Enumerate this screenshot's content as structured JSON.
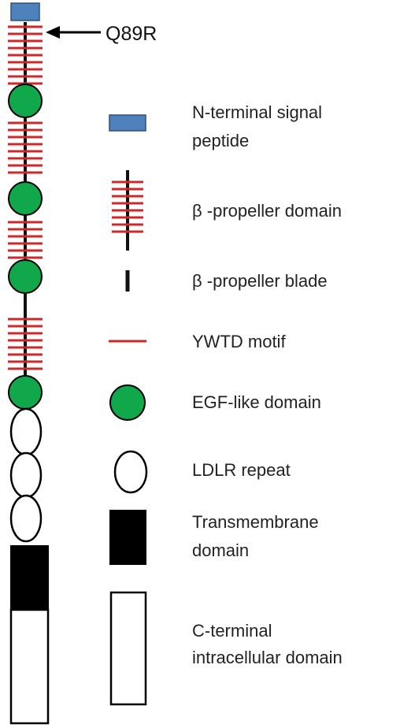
{
  "mutation": {
    "label": "Q89R"
  },
  "legend": [
    {
      "key": "signal",
      "lines": [
        "N-terminal signal",
        "peptide"
      ]
    },
    {
      "key": "propeller",
      "lines": [
        "β -propeller domain"
      ]
    },
    {
      "key": "blade",
      "lines": [
        "β -propeller blade"
      ]
    },
    {
      "key": "motif",
      "lines": [
        "YWTD motif"
      ]
    },
    {
      "key": "egf",
      "lines": [
        "EGF-like domain"
      ]
    },
    {
      "key": "ldlr",
      "lines": [
        "LDLR repeat"
      ]
    },
    {
      "key": "tm",
      "lines": [
        "Transmembrane",
        "domain"
      ]
    },
    {
      "key": "cterm",
      "lines": [
        "C-terminal",
        "intracellular domain"
      ]
    }
  ],
  "colors": {
    "signal_fill": "#4f81bd",
    "signal_stroke": "#2f4f7f",
    "motif_red": "#cc2a2a",
    "blade_black": "#111111",
    "egf_green": "#10a84b",
    "tm_black": "#000000"
  }
}
